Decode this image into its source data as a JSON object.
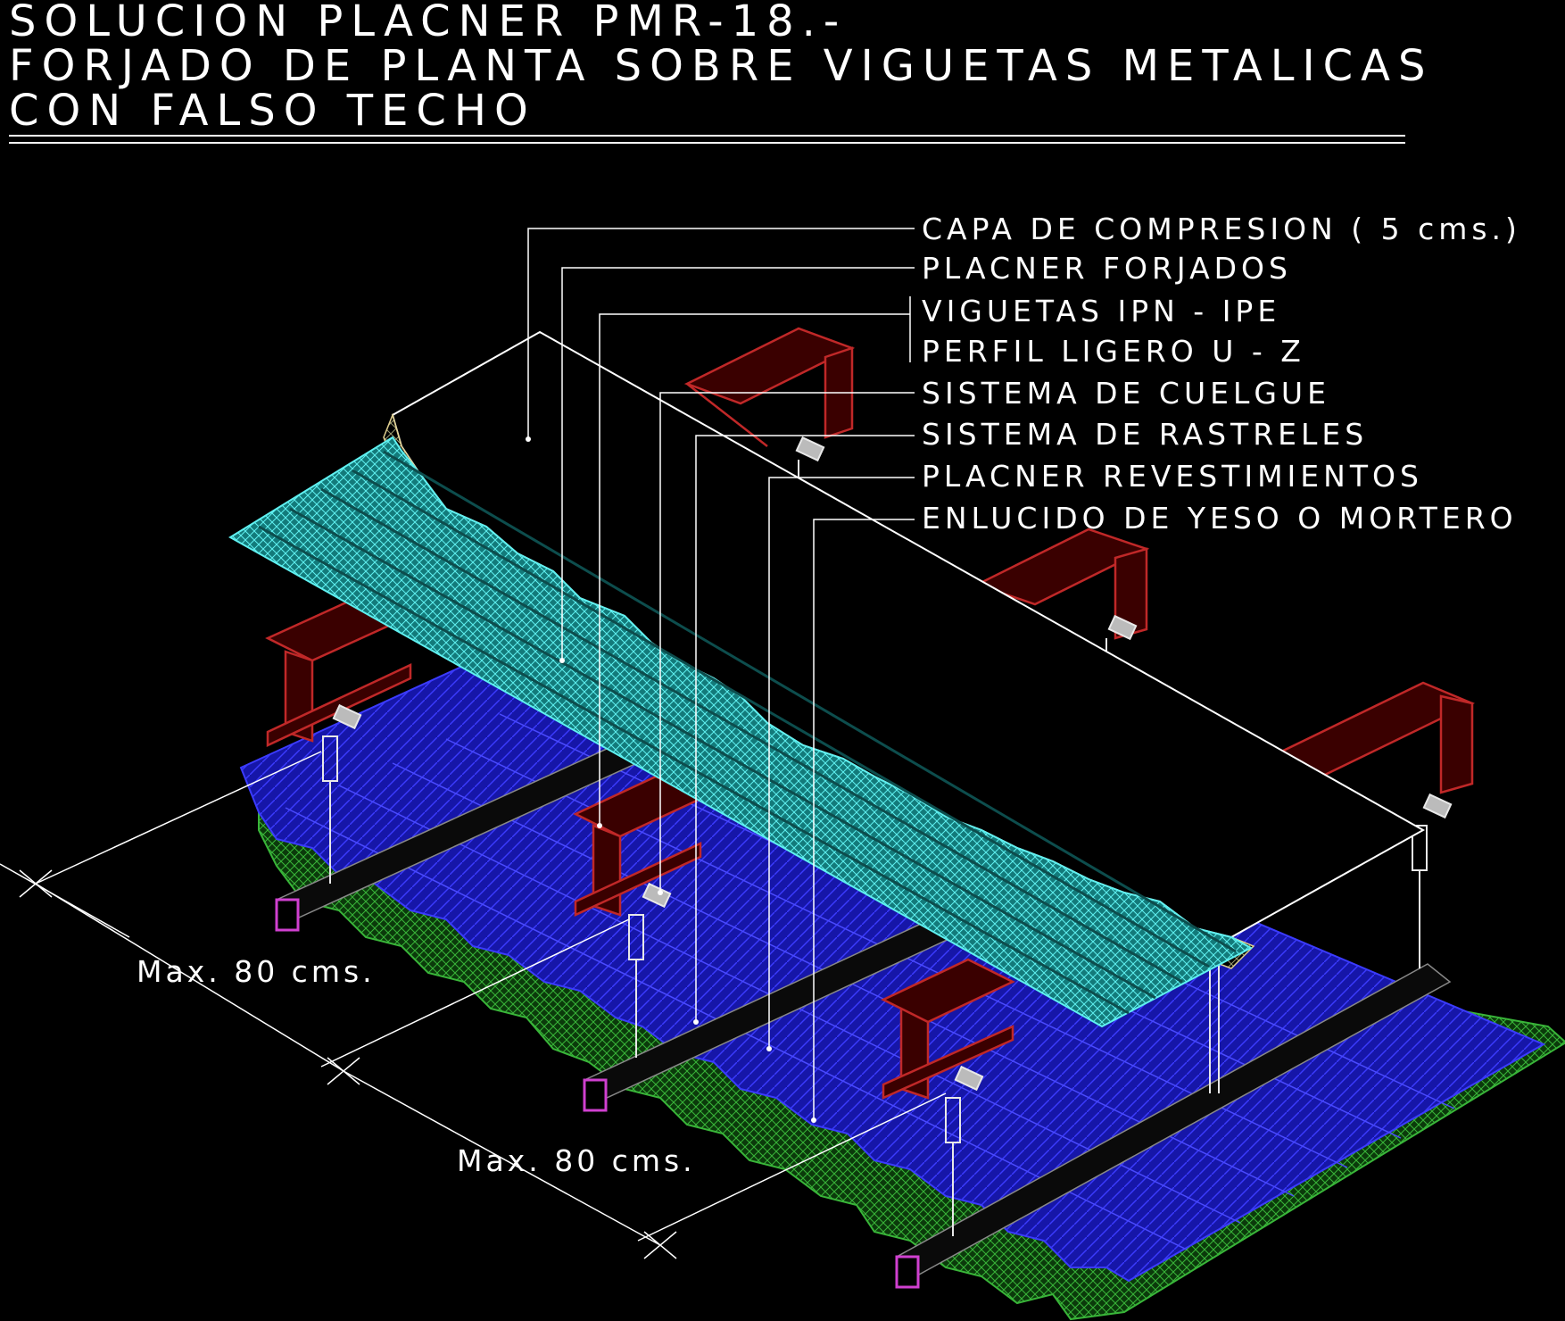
{
  "title": {
    "line1": "SOLUCION PLACNER PMR-18.-",
    "line2": "FORJADO DE PLANTA SOBRE VIGUETAS METALICAS",
    "line3": "CON FALSO TECHO"
  },
  "labels": [
    "CAPA DE COMPRESION ( 5 cms.)",
    "PLACNER FORJADOS",
    "VIGUETAS IPN - IPE",
    "PERFIL LIGERO  U - Z",
    "SISTEMA DE CUELGUE",
    "SISTEMA DE RASTRELES",
    "PLACNER REVESTIMIENTOS",
    "ENLUCIDO DE YESO O MORTERO"
  ],
  "dimensions": {
    "upper": "Max. 80 cms.",
    "lower": "Max. 80 cms."
  },
  "colors": {
    "background": "#000000",
    "text": "#ffffff",
    "slab_deck": "#35d6d6",
    "beams": "#c02828",
    "ceiling_panel": "#1a1ab4",
    "plaster": "#2f9a2f",
    "rails": "#d040d0",
    "concrete_edge": "#e0d090"
  }
}
